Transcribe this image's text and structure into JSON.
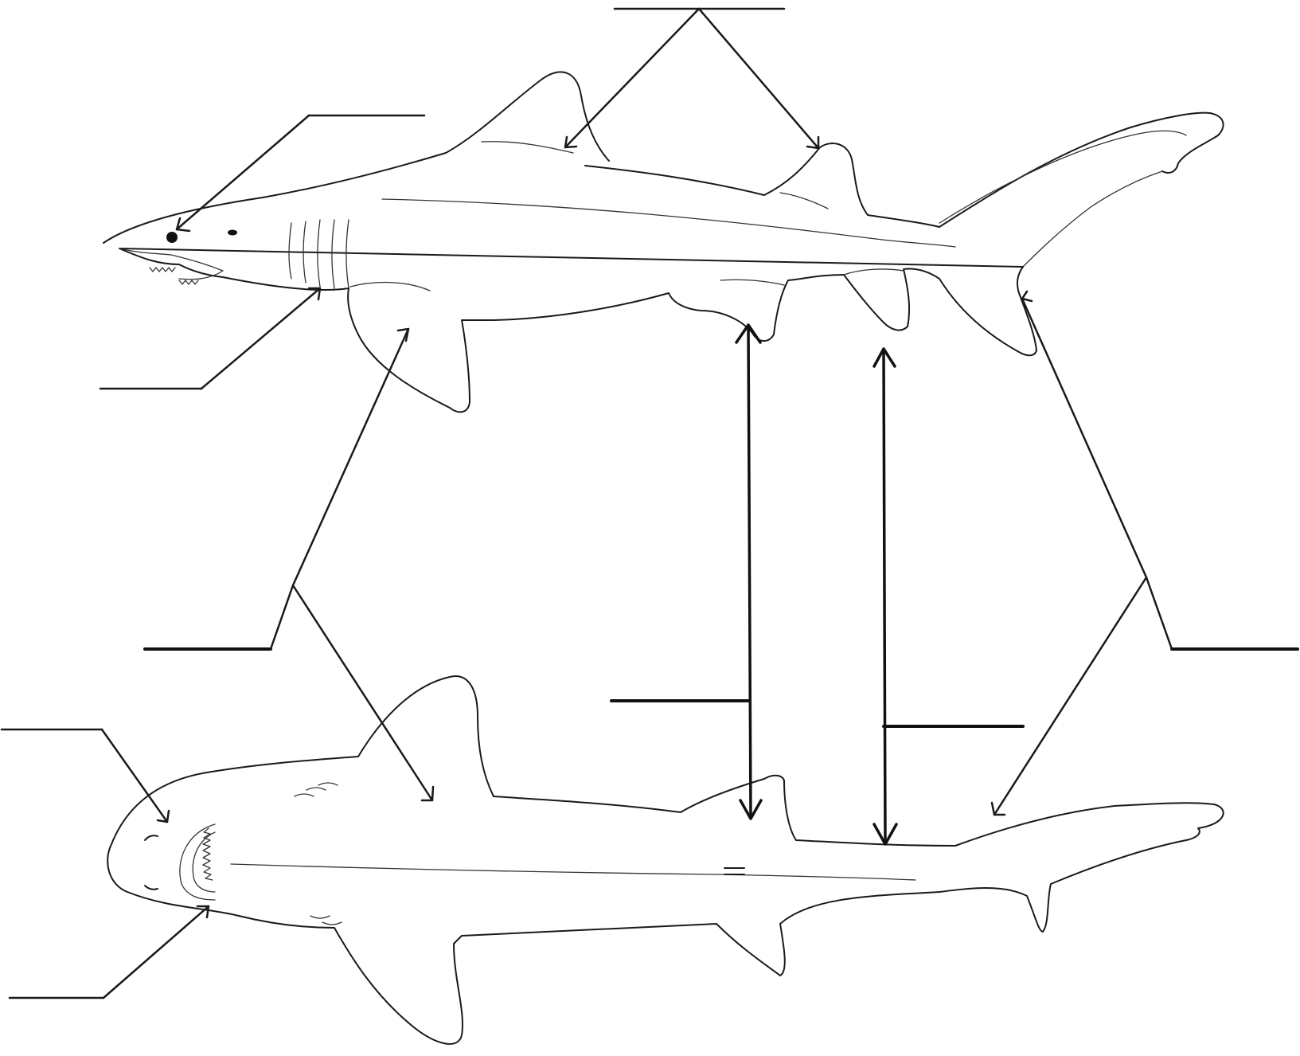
{
  "diagram": {
    "views": [
      "lateral-view",
      "ventral-view"
    ],
    "label_blanks": [
      {
        "id": "blank-eye"
      },
      {
        "id": "blank-dorsal-fins"
      },
      {
        "id": "blank-gill-slits"
      },
      {
        "id": "blank-pectoral-fins"
      },
      {
        "id": "blank-caudal-fin"
      },
      {
        "id": "blank-pelvic-fin"
      },
      {
        "id": "blank-anal-fin"
      },
      {
        "id": "blank-nostril"
      },
      {
        "id": "blank-mouth"
      }
    ],
    "colors": {
      "line": "#1a1a1a",
      "background": "#ffffff"
    }
  }
}
